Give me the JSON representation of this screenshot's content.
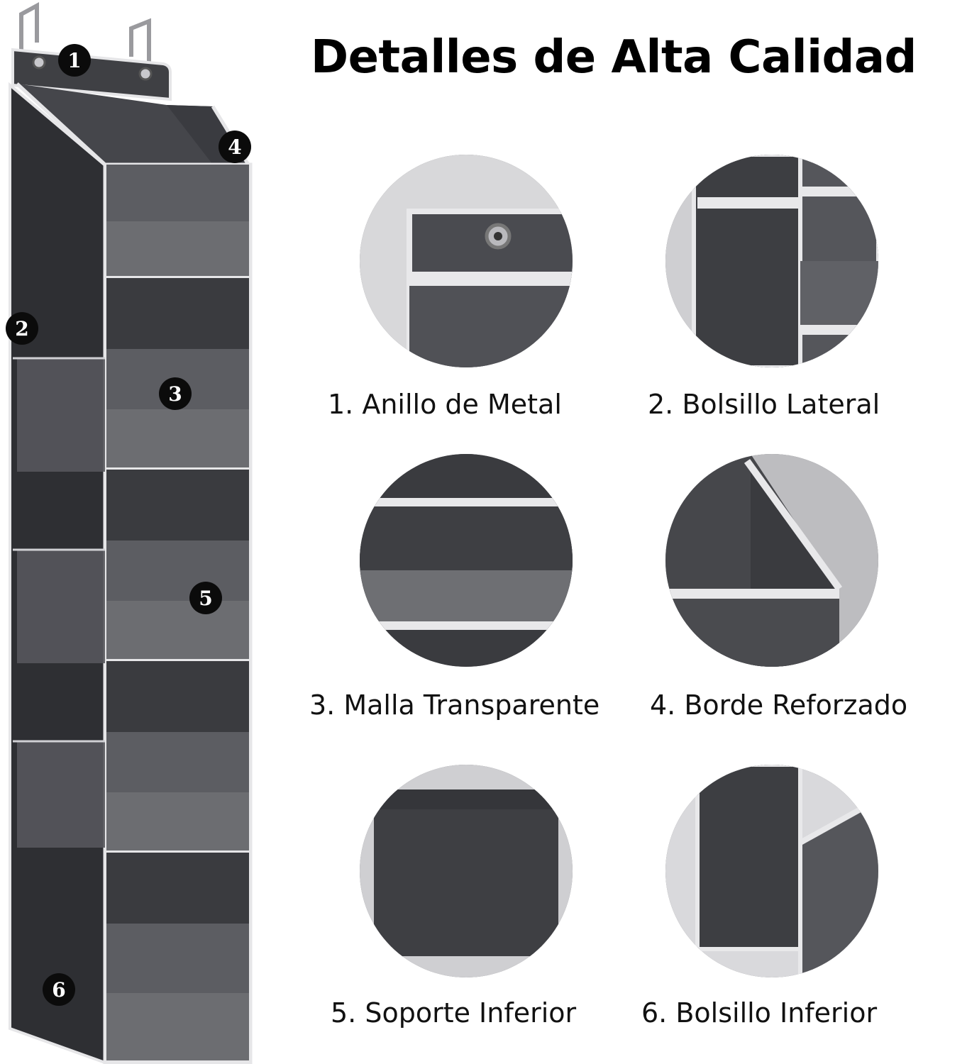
{
  "title": "Detalles de Alta Calidad",
  "markers": [
    "1",
    "2",
    "3",
    "4",
    "5",
    "6"
  ],
  "features": [
    {
      "label": "1. Anillo de Metal",
      "icon": "metal-ring-closeup"
    },
    {
      "label": "2. Bolsillo Lateral",
      "icon": "side-pocket-closeup"
    },
    {
      "label": "3. Malla Transparente",
      "icon": "transparent-mesh-closeup"
    },
    {
      "label": "4. Borde Reforzado",
      "icon": "reinforced-edge-closeup"
    },
    {
      "label": "5. Soporte Inferior",
      "icon": "bottom-support-closeup"
    },
    {
      "label": "6. Bolsillo Inferior",
      "icon": "bottom-pocket-closeup"
    }
  ],
  "colors": {
    "fabric_dark": "#3a3b3f",
    "fabric_mid": "#5c5d62",
    "fabric_light": "#808186",
    "trim": "#e6e6e8",
    "badge": "#0b0b0b"
  }
}
